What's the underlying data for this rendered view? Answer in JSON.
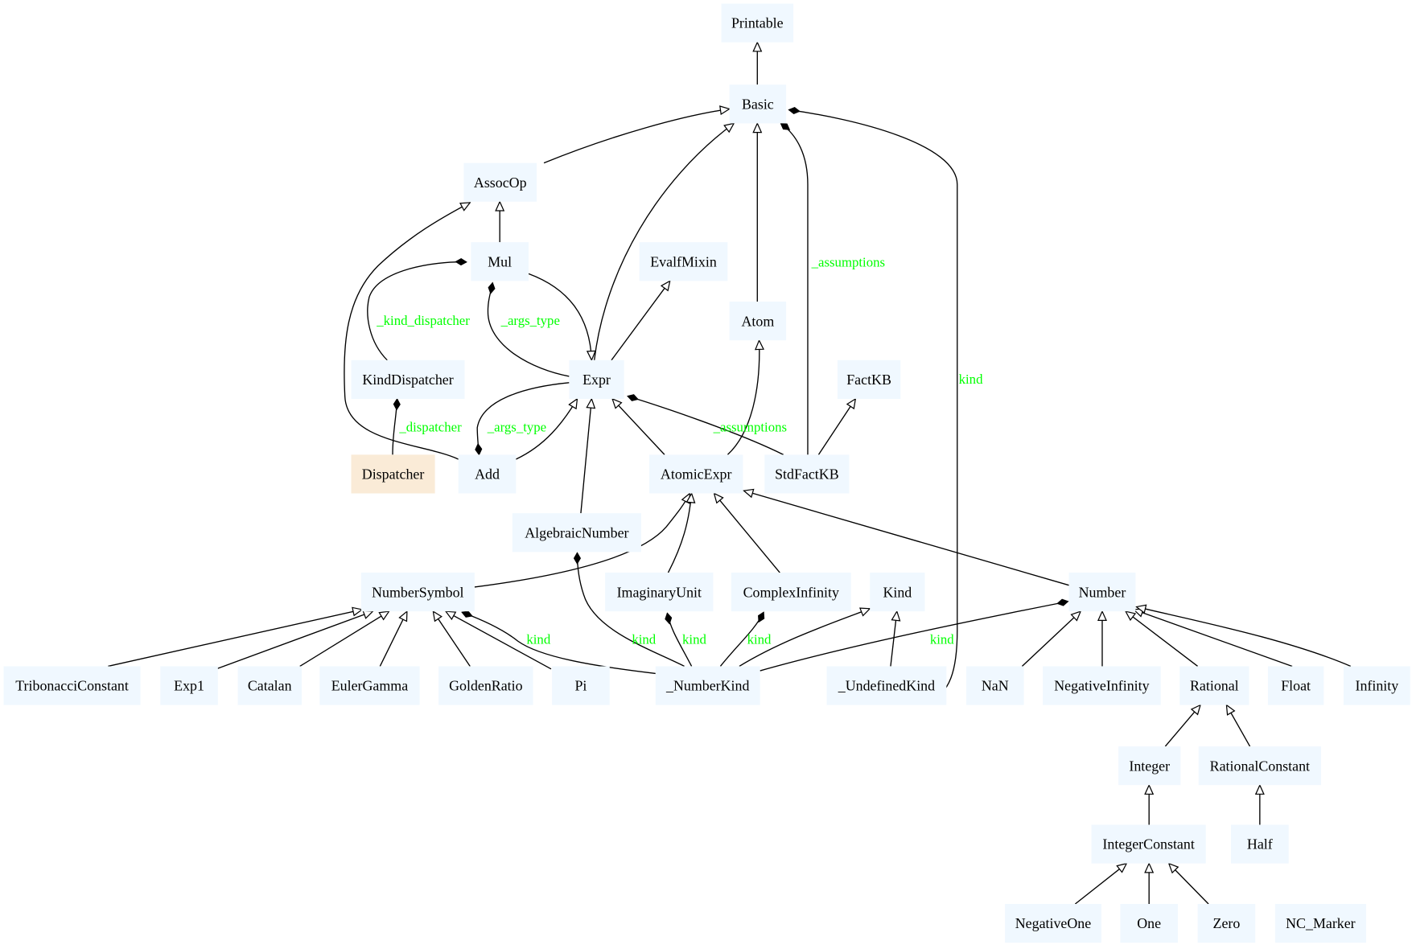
{
  "diagram": {
    "colors": {
      "background": "#ffffff",
      "node_fill": "#f0f8ff",
      "dispatcher_fill": "#faebd7",
      "node_text": "#000000",
      "edge": "#000000",
      "edge_label": "#00ff00"
    },
    "nodes": {
      "printable": "Printable",
      "basic": "Basic",
      "assocop": "AssocOp",
      "mul": "Mul",
      "evalfmixin": "EvalfMixin",
      "atom": "Atom",
      "kinddispatcher": "KindDispatcher",
      "expr": "Expr",
      "factkb": "FactKB",
      "dispatcher": "Dispatcher",
      "add": "Add",
      "atomicexpr": "AtomicExpr",
      "stdfactkb": "StdFactKB",
      "algebraicnumber": "AlgebraicNumber",
      "numbersymbol": "NumberSymbol",
      "imaginaryunit": "ImaginaryUnit",
      "complexinfinity": "ComplexInfinity",
      "kind": "Kind",
      "number": "Number",
      "tribonacciconstant": "TribonacciConstant",
      "exp1": "Exp1",
      "catalan": "Catalan",
      "eulergamma": "EulerGamma",
      "goldenratio": "GoldenRatio",
      "pi": "Pi",
      "numberkind": "_NumberKind",
      "undefinedkind": "_UndefinedKind",
      "nan": "NaN",
      "negativeinfinity": "NegativeInfinity",
      "rational": "Rational",
      "float": "Float",
      "infinity": "Infinity",
      "integer": "Integer",
      "rationalconstant": "RationalConstant",
      "integerconstant": "IntegerConstant",
      "half": "Half",
      "negativeone": "NegativeOne",
      "one": "One",
      "zero": "Zero",
      "nc_marker": "NC_Marker"
    },
    "edge_labels": {
      "basic_assumptions": "_assumptions",
      "basic_kind": "kind",
      "mul_kind_dispatcher": "_kind_dispatcher",
      "mul_args_type": "_args_type",
      "add_args_type": "_args_type",
      "kinddispatcher_dispatcher": "_dispatcher",
      "expr_assumptions": "_assumptions",
      "numbersymbol_kind": "kind",
      "algebraicnumber_kind": "kind",
      "imaginaryunit_kind": "kind",
      "complexinfinity_kind": "kind",
      "number_kind": "kind"
    }
  }
}
